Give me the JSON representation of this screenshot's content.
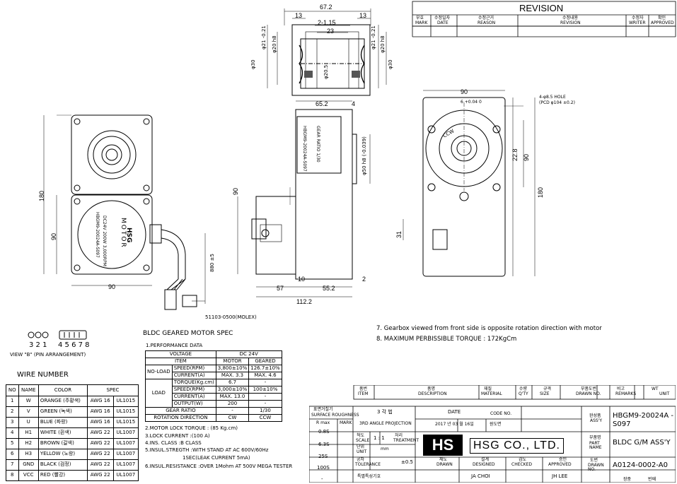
{
  "revision": {
    "title": "REVISION",
    "headers": [
      {
        "ko": "부호",
        "en": "MARK"
      },
      {
        "ko": "수정일자",
        "en": "DATE"
      },
      {
        "ko": "수정근거",
        "en": "REASON"
      },
      {
        "ko": "수정내용",
        "en": "REVISION"
      },
      {
        "ko": "수정자",
        "en": "WRITER"
      },
      {
        "ko": "확인",
        "en": "APPROVED"
      }
    ]
  },
  "dims": {
    "top_overall": "67.2",
    "top_13a": "13",
    "top_13b": "13",
    "top_2_115": "2-1.15",
    "top_23": "23",
    "top_phi21": "φ21 -0.21",
    "top_phi20": "φ20 h8",
    "top_phi30_left": "φ30",
    "top_phi30_right": "φ30",
    "top_phi205": "φ20.5",
    "top_phi21r": "φ21 -0.21",
    "top_phi20r": "φ20 h8",
    "side_652": "65.2",
    "side_4": "4",
    "side_phi50": "φ50 h8 (-0.039)",
    "side_90": "90",
    "side_57": "57",
    "side_10": "10",
    "side_552": "55.2",
    "side_2": "2",
    "side_1122": "112.2",
    "left_180": "180",
    "left_90v": "90",
    "left_90h": "90",
    "left_cable": "880 ±5",
    "connector_label": "51103-0500(MOLEX)",
    "right_90": "90",
    "right_hole": "4-φ8.5 HOLE",
    "right_pcd": "(PCD φ104 ±0.2)",
    "right_6": "6 +0.04 0",
    "right_228": "22.8",
    "right_90v": "90",
    "right_180": "180",
    "right_31": "31",
    "right_ccw": "CCW"
  },
  "motor_label": {
    "brand": "HSG",
    "model": "HBGM9-20024A-S097",
    "spec": "DC24V 200W 3,000RPM",
    "word": "MOTOR",
    "gear": "HBGM9-20024A-S097",
    "gear_ratio": "GEAR RATIO 1/30"
  },
  "notes": [
    "7. Gearbox viewed from front side is opposite rotation direction with motor",
    "8. MAXIMUM PERBISSIBLE TORQUE : 172KgCm"
  ],
  "pin_view": {
    "nums_left": "3 2 1",
    "nums_right": "4 5 6 7 8",
    "caption": "VIEW \"B\" (PIN ARRANGEMENT)"
  },
  "wire": {
    "title": "WIRE NUMBER",
    "headers": [
      "NO",
      "NAME",
      "COLOR",
      "SPEC"
    ],
    "rows": [
      [
        "1",
        "W",
        "ORANGE (주황색)",
        "AWG 16",
        "UL1015"
      ],
      [
        "2",
        "V",
        "GREEN (녹색)",
        "AWG 16",
        "UL1015"
      ],
      [
        "3",
        "U",
        "BLUE (파랑)",
        "AWG 16",
        "UL1015"
      ],
      [
        "4",
        "H1",
        "WHITE (흰색)",
        "AWG 22",
        "UL1007"
      ],
      [
        "5",
        "H2",
        "BROWN (갈색)",
        "AWG 22",
        "UL1007"
      ],
      [
        "6",
        "H3",
        "YELLOW (노랑)",
        "AWG 22",
        "UL1007"
      ],
      [
        "7",
        "GND",
        "BLACK (검정)",
        "AWG 22",
        "UL1007"
      ],
      [
        "8",
        "VCC",
        "RED (빨강)",
        "AWG 22",
        "UL1007"
      ]
    ]
  },
  "spec": {
    "title": "BLDC GEARED MOTOR SPEC",
    "section1": "1.PERFORMANCE DATA",
    "voltage_label": "VOLTAGE",
    "voltage_value": "DC 24V",
    "item": "ITEM",
    "motor": "MOTOR",
    "geared": "GEARED",
    "noload": "NO-LOAD",
    "load": "LOAD",
    "rows_noload": [
      [
        "SPEED(RPM)",
        "3,800±10%",
        "126.7±10%"
      ],
      [
        "CURRENT(A)",
        "MAX. 3.3",
        "MAX. 4.6"
      ]
    ],
    "rows_load": [
      [
        "TORQUE(Kg.cm)",
        "6.7",
        "-"
      ],
      [
        "SPEED(RPM)",
        "3,000±10%",
        "100±10%"
      ],
      [
        "CURRENT(A)",
        "MAX. 13.0",
        "-"
      ],
      [
        "OUTPUT(W)",
        "200",
        "-"
      ]
    ],
    "gear_ratio": [
      "GEAR RATIO",
      "-",
      "1/30"
    ],
    "rotation": [
      "ROTATION DIRECTION",
      "CW",
      "CCW"
    ],
    "notes": [
      "2.MOTOR LOCK TORQUE : (85 Kg.cm)",
      "3.LOCK CURRENT :(100 A)",
      "4.INS. CLASS  :B CLASS",
      "5.INSUL.STREGTH :WITH STAND AT AC 600V/60Hz",
      "1SEC(LEAK CURRENT 5mA)",
      "6.INSUL.RESISTANCE :OVER 1Mohm AT 500V MEGA TESTER"
    ]
  },
  "title_block": {
    "header": [
      {
        "ko": "품번",
        "en": "ITEM"
      },
      {
        "ko": "품명",
        "en": "DESCRIPTION"
      },
      {
        "ko": "재질",
        "en": "MATERIAL"
      },
      {
        "ko": "수량",
        "en": "Q'TY"
      },
      {
        "ko": "규격",
        "en": "SIZE"
      },
      {
        "ko": "부품도번",
        "en": "DRAWN NO."
      },
      {
        "ko": "비고",
        "en": "REMARKS"
      },
      {
        "ko": "WT",
        "en": "UNIT"
      }
    ],
    "surface_ko": "표면거칠기",
    "surface_en": "SURFACE ROUGHNESS",
    "rmax": "R max",
    "mark": "MARK",
    "roughness": [
      "0.8S",
      "6.3S",
      "25S",
      "100S",
      "-"
    ],
    "projection_ko": "3 각 법",
    "projection_en": "3RD ANGLE PROJECTION",
    "scale_ko": "척도",
    "scale_en": "SCALE",
    "scale_val": "1 : 1",
    "treatment_ko": "처리",
    "treatment_en": "TREATMENT",
    "unit_ko": "단위",
    "unit_en": "UNIT",
    "unit_val": "mm",
    "tol_ko": "공차",
    "tol_en": "TOLERANCE",
    "tol_val": "±0.5",
    "special_mark": "특별특성기호",
    "date_label": "DATE",
    "date_value": "2017 년 03 월 16일",
    "code_no": "CODE NO.",
    "original": "원도면",
    "company": "HSG CO., LTD.",
    "drawn_ko": "제도",
    "drawn_en": "DRAWN",
    "designed_ko": "설계",
    "designed_en": "DESIGNED",
    "checked_ko": "검도",
    "checked_en": "CHECKED",
    "approved_ko": "승인",
    "approved_en": "APPROVED",
    "designer": "JA CHOI",
    "approver": "JH LEE",
    "assy_ko": "완성품",
    "assy_en": "ASS'Y",
    "assy_val": "HBGM9-20024A -S097",
    "part_ko": "부품명",
    "part_en": "PART NAME",
    "part_val": "BLDC G/M ASS'Y",
    "drawn_no_ko": "도번",
    "drawn_no_en": "DRAWN NO.",
    "drawn_no_val": "A0124-0002-A0",
    "sheet1": "장중",
    "sheet2": "번째"
  },
  "colors": {
    "ink": "#000000",
    "paper": "#ffffff"
  }
}
